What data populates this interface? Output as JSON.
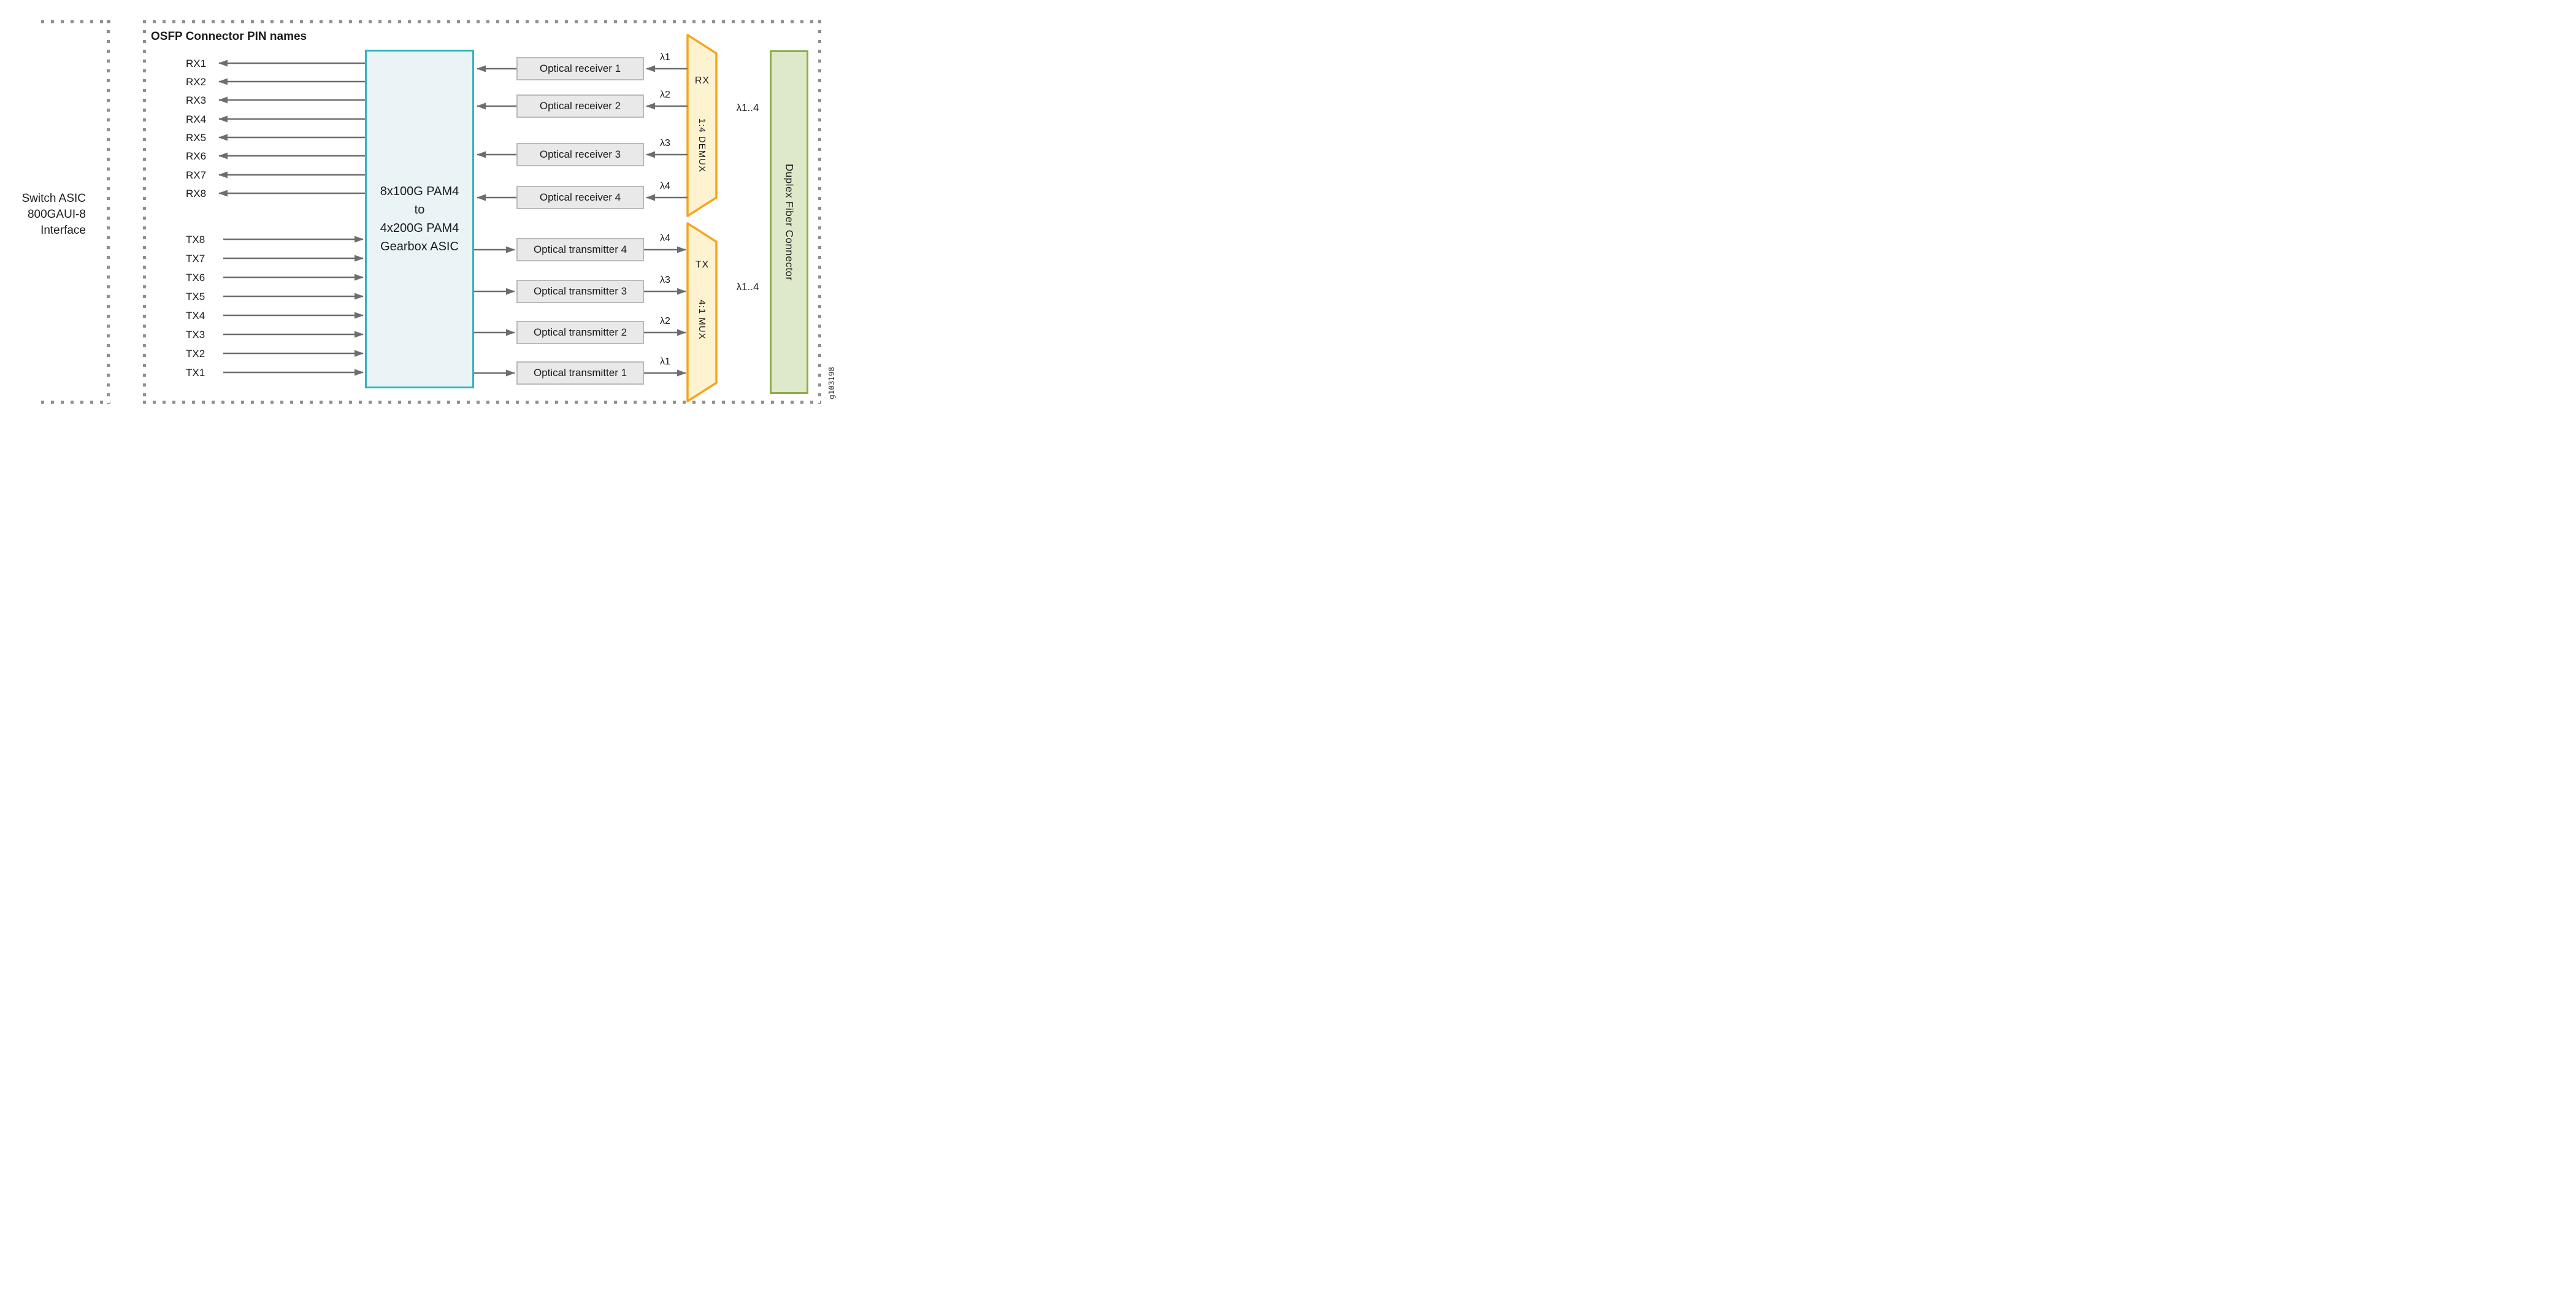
{
  "diagram": {
    "title": "OSFP Connector PIN names",
    "figure_id": "g103198"
  },
  "switch_asic": {
    "label_lines": [
      "Switch ASIC",
      "800GAUI-8",
      "Interface"
    ]
  },
  "pins": {
    "rx": [
      "RX1",
      "RX2",
      "RX3",
      "RX4",
      "RX5",
      "RX6",
      "RX7",
      "RX8"
    ],
    "tx": [
      "TX8",
      "TX7",
      "TX6",
      "TX5",
      "TX4",
      "TX3",
      "TX2",
      "TX1"
    ]
  },
  "gearbox": {
    "lines": [
      "8x100G PAM4",
      "to",
      "4x200G PAM4",
      "Gearbox ASIC"
    ]
  },
  "optical_receivers": [
    "Optical receiver 1",
    "Optical receiver 2",
    "Optical receiver 3",
    "Optical receiver 4"
  ],
  "optical_transmitters": [
    "Optical transmitter 4",
    "Optical transmitter 3",
    "Optical transmitter 2",
    "Optical transmitter 1"
  ],
  "wavelengths": {
    "rx_labels": [
      "λ1",
      "λ2",
      "λ3",
      "λ4"
    ],
    "tx_labels": [
      "λ4",
      "λ3",
      "λ2",
      "λ1"
    ],
    "rx_range": "λ1..4",
    "tx_range": "λ1..4"
  },
  "demux": {
    "direction": "RX",
    "ratio": "1:4 DEMUX"
  },
  "mux": {
    "direction": "TX",
    "ratio": "4:1 MUX"
  },
  "fiber": {
    "label": "Duplex Fiber Connector"
  },
  "colors": {
    "dash": "#8c8f93",
    "arrow": "#6b6e70",
    "gearbox_border": "#2fb4c4",
    "gearbox_fill": "#eaf4f7",
    "mux_border": "#f6a51f",
    "mux_fill": "#fdf3d1",
    "fiber_border": "#8dac4c",
    "fiber_fill": "#dee9c9",
    "box_fill": "#e9e9ea",
    "box_border": "#b9babc"
  }
}
